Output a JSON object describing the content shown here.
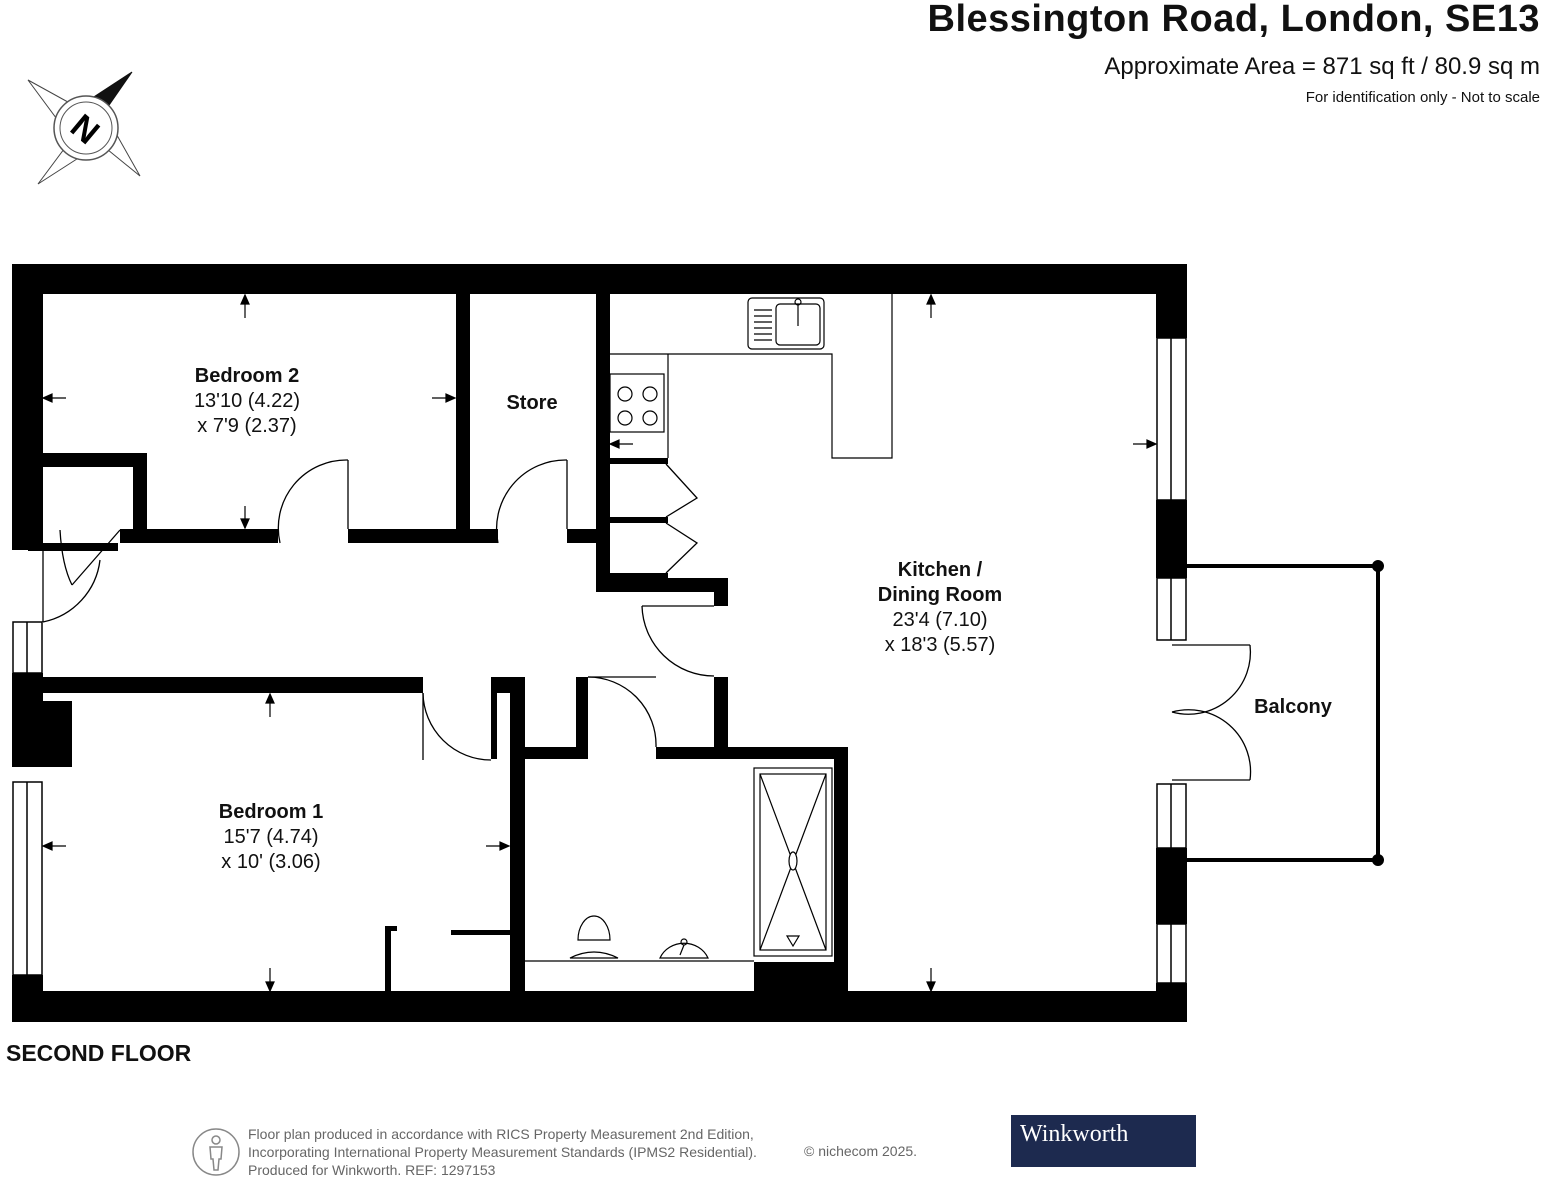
{
  "header": {
    "title": "Blessington Road, London, SE13",
    "area": "Approximate Area = 871 sq ft / 80.9 sq m",
    "scale_note": "For identification only - Not to scale"
  },
  "compass": {
    "letter": "N",
    "icon": "compass-icon"
  },
  "rooms": [
    {
      "id": "bedroom-2",
      "name": "Bedroom 2",
      "dim1": "13'10 (4.22)",
      "dim2": "x 7'9 (2.37)"
    },
    {
      "id": "store",
      "name": "Store",
      "dim1": "",
      "dim2": ""
    },
    {
      "id": "kitchen",
      "name": "Kitchen /",
      "name2": "Dining Room",
      "dim1": "23'4 (7.10)",
      "dim2": "x 18'3 (5.57)"
    },
    {
      "id": "balcony",
      "name": "Balcony",
      "dim1": "",
      "dim2": ""
    },
    {
      "id": "bedroom-1",
      "name": "Bedroom 1",
      "dim1": "15'7 (4.74)",
      "dim2": "x 10' (3.06)"
    }
  ],
  "floor_label": "SECOND FLOOR",
  "footer": {
    "line1": "Floor plan produced in accordance with RICS Property Measurement 2nd Edition,",
    "line2": "Incorporating International Property Measurement Standards (IPMS2 Residential).",
    "line3": "Produced for Winkworth.   REF: 1297153",
    "copyright": "© nichecom 2025.",
    "logo_text": "Winkworth"
  },
  "colors": {
    "wall": "#000000",
    "logo_bg": "#1d2a4f",
    "footer_text": "#666666"
  }
}
